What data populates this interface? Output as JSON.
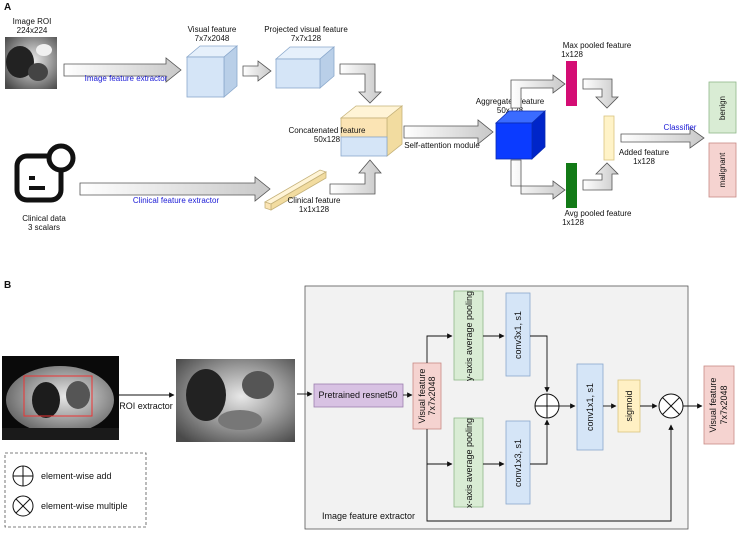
{
  "panels": {
    "a": "A",
    "b": "B"
  },
  "a": {
    "image_roi": "Image ROI",
    "image_roi_size": "224x224",
    "visual_feature": "Visual feature",
    "visual_feature_size": "7x7x2048",
    "projected_feature": "Projected visual feature",
    "projected_feature_size": "7x7x128",
    "image_extractor": "Image feature extractor",
    "concat_feature": "Concatenated feature",
    "concat_feature_size": "50x128",
    "clinical_extractor": "Clinical feature extractor",
    "clinical_data": "Clinical data",
    "clinical_data_size": "3 scalars",
    "clinical_feature": "Clinical feature",
    "clinical_feature_size": "1x1x128",
    "self_attention": "Self-attention module",
    "aggregated_feature": "Aggregated feature",
    "aggregated_feature_size": "50x128",
    "max_pooled": "Max pooled feature",
    "max_pooled_size": "1x128",
    "avg_pooled": "Avg pooled feature",
    "avg_pooled_size": "1x128",
    "added_feature": "Added feature",
    "added_feature_size": "1x128",
    "classifier": "Classifier",
    "benign": "benign",
    "malignant": "malignant"
  },
  "b": {
    "roi_extractor": "ROI extractor",
    "pretrained": "Pretrained resnet50",
    "visual_in": "Visual feature",
    "visual_in_size": "7x7x2048",
    "y_pool": "y-axis average pooling",
    "x_pool": "x-axis average pooling",
    "conv3x1": "conv3x1, s1",
    "conv1x3": "conv1x3, s1",
    "conv1x1": "conv1x1, s1",
    "sigmoid": "sigmoid",
    "visual_out": "Visual feature",
    "visual_out_size": "7x7x2048",
    "extractor_title": "Image feature extractor",
    "legend_add": "element-wise add",
    "legend_mult": "element-wise multiple"
  },
  "colors": {
    "blue_box": "#d5e5f7",
    "green_box": "#d9ecd4",
    "pink_box": "#f5d3d0",
    "lavender_box": "#d8c2e3",
    "yellow_box": "#fff0c4",
    "cube_dark_blue": "#0b3bff",
    "max_bar": "#d40d74",
    "avg_bar": "#127a16",
    "label_blue": "#1a1ad6"
  }
}
